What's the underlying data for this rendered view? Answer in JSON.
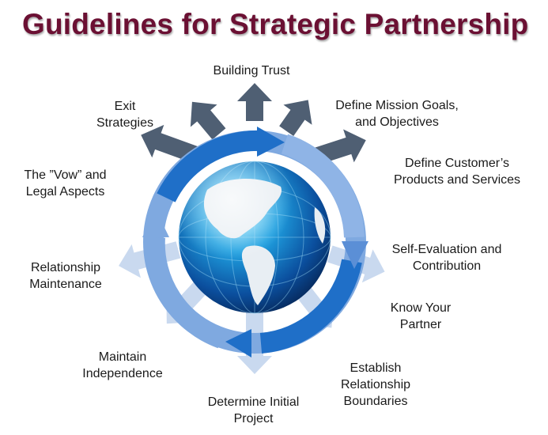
{
  "title": "Guidelines for Strategic Partnership",
  "colors": {
    "title": "#6b1033",
    "dark_arrow": "#4f5f73",
    "light_arrow": "#c9d9ef",
    "ring_dark": "#1f6fc8",
    "ring_light": "#7fa9e0"
  },
  "items": [
    {
      "label": "Building Trust"
    },
    {
      "label": "Define Mission Goals,\nand Objectives"
    },
    {
      "label": "Define Customer’s\nProducts and Services"
    },
    {
      "label": "Self-Evaluation and\nContribution"
    },
    {
      "label": "Know Your\nPartner"
    },
    {
      "label": "Establish\nRelationship\nBoundaries"
    },
    {
      "label": "Determine Initial\nProject"
    },
    {
      "label": "Maintain\nIndependence"
    },
    {
      "label": "Relationship\nMaintenance"
    },
    {
      "label": "The ”Vow” and\nLegal Aspects"
    },
    {
      "label": "Exit\nStrategies"
    }
  ]
}
